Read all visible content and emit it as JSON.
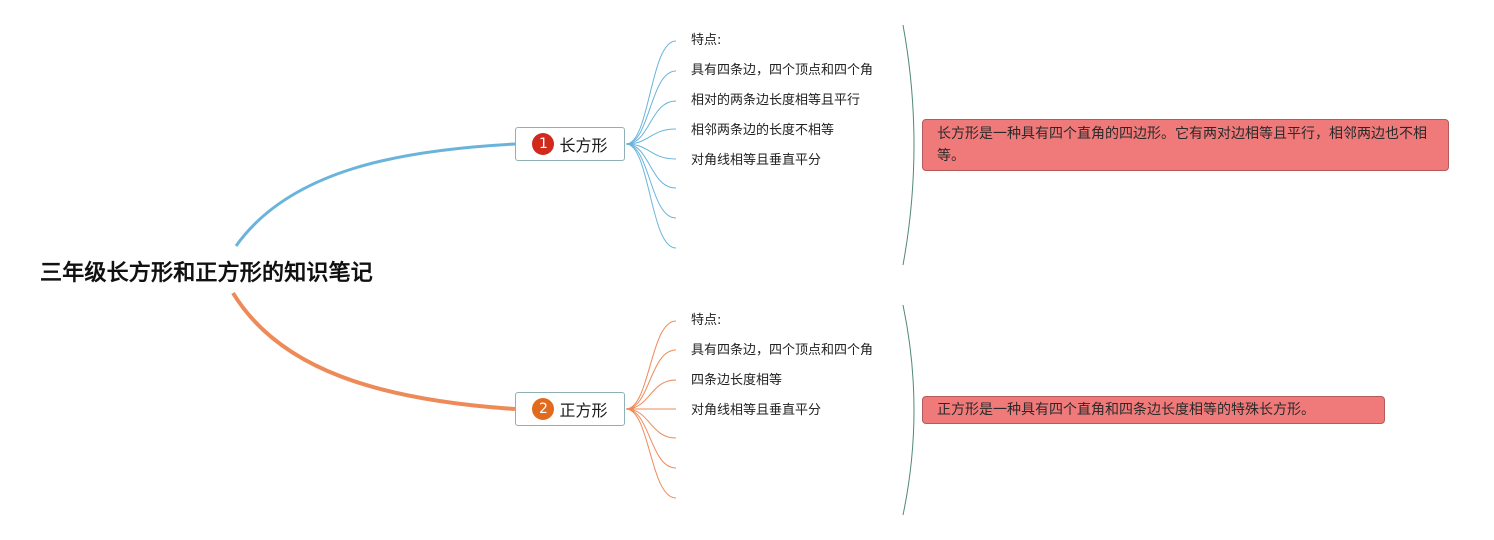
{
  "root": {
    "title": "三年级长方形和正方形的知识笔记"
  },
  "branches": [
    {
      "number": "1",
      "label": "长方形",
      "color": "#6ab4dc",
      "badge_color": "#d02a1c",
      "items": [
        "特点:",
        "具有四条边，四个顶点和四个角",
        "相对的两条边长度相等且平行",
        "相邻两条边的长度不相等",
        "对角线相等且垂直平分"
      ],
      "summary": "长方形是一种具有四个直角的四边形。它有两对边相等且平行，相邻两边也不相等。"
    },
    {
      "number": "2",
      "label": "正方形",
      "color": "#ee8a58",
      "badge_color": "#e26a1c",
      "items": [
        "特点:",
        "具有四条边，四个顶点和四个角",
        "四条边长度相等",
        "对角线相等且垂直平分"
      ],
      "summary": "正方形是一种具有四个直角和四条边长度相等的特殊长方形。"
    }
  ],
  "colors": {
    "summary_bg": "#f07a7a",
    "bracket": "#4f8a72",
    "node_border": "#8fb0b4"
  }
}
